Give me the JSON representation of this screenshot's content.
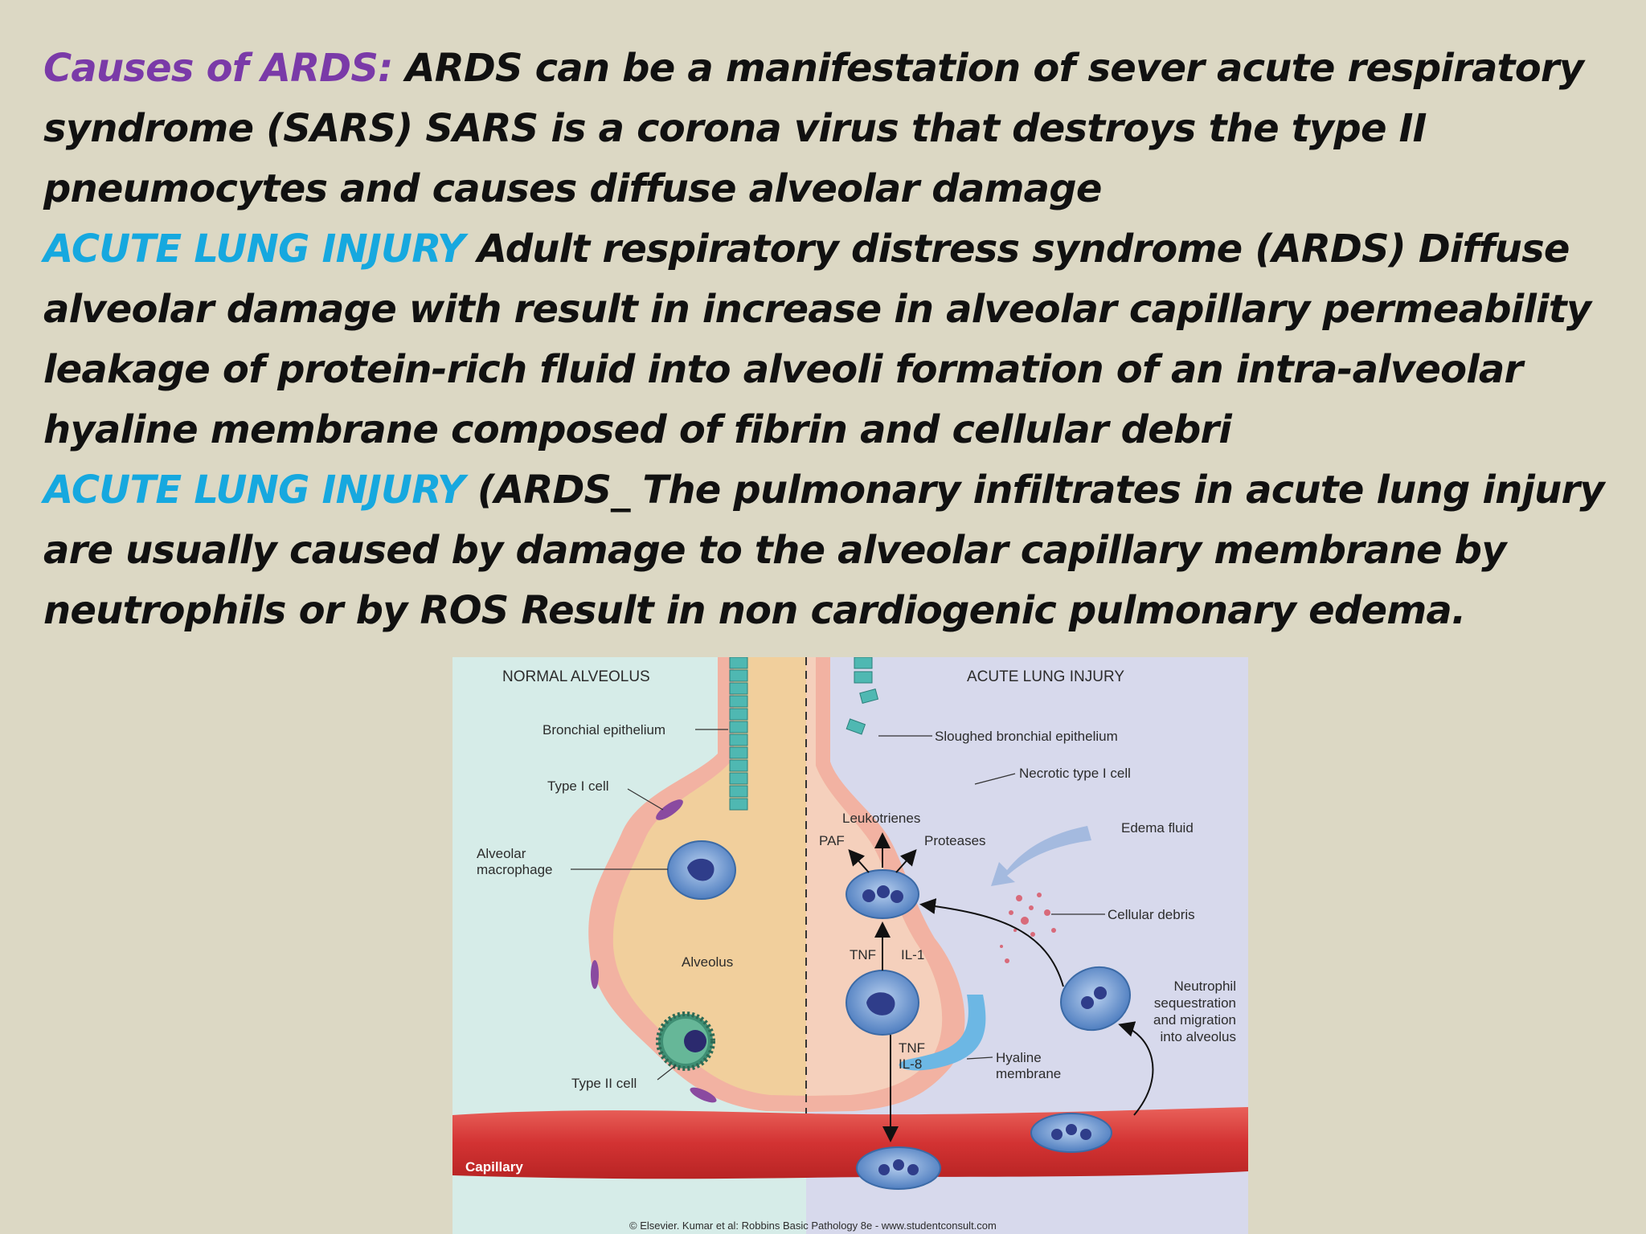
{
  "paragraphs": [
    {
      "highlight": "Causes of ARDS:",
      "highlight_color": "#7a3aa8",
      "text": "  ARDS can be a manifestation of sever acute respiratory syndrome (SARS) SARS is a corona virus that destroys the type II pneumocytes and causes diffuse alveolar damage"
    },
    {
      "highlight": "ACUTE LUNG INJURY",
      "highlight_color": "#16a8df",
      "text": " Adult respiratory distress syndrome (ARDS) Diffuse alveolar damage with result in increase in alveolar capillary permeability leakage of protein-rich fluid into alveoli  formation of an intra-alveolar hyaline membrane composed of fibrin and cellular debri"
    },
    {
      "highlight": "ACUTE LUNG INJURY",
      "highlight_color": "#16a8df",
      "text": " (ARDS_ The pulmonary infiltrates in acute lung injury are usually caused by damage to the alveolar capillary membrane by neutrophils or by ROS Result in non cardiogenic pulmonary edema."
    }
  ],
  "figure": {
    "left_title": "NORMAL ALVEOLUS",
    "right_title": "ACUTE LUNG INJURY",
    "labels": {
      "bronchial_epithelium": "Bronchial epithelium",
      "type1_cell": "Type I cell",
      "alveolar_macrophage_1": "Alveolar",
      "alveolar_macrophage_2": "macrophage",
      "alveolus": "Alveolus",
      "type2_cell": "Type II cell",
      "capillary": "Capillary",
      "sloughed": "Sloughed bronchial epithelium",
      "necrotic": "Necrotic type I cell",
      "leukotrienes": "Leukotrienes",
      "paf": "PAF",
      "proteases": "Proteases",
      "edema_fluid": "Edema fluid",
      "cellular_debris": "Cellular debris",
      "tnf": "TNF",
      "il1": "IL-1",
      "neutrophil_1": "Neutrophil",
      "neutrophil_2": "sequestration",
      "neutrophil_3": "and migration",
      "neutrophil_4": "into alveolus",
      "tnf2": "TNF",
      "il8": "IL-8",
      "hyaline_1": "Hyaline",
      "hyaline_2": "membrane"
    },
    "caption": "© Elsevier. Kumar et al: Robbins Basic Pathology 8e - www.studentconsult.com",
    "colors": {
      "alveolus_fill": "#f0d2a0",
      "wall": "#f2b4a4",
      "capillary": "#d83a3a",
      "cell": "#5a86c4",
      "left_bg": "#d4ece8",
      "right_bg": "#d4d8ec"
    }
  }
}
